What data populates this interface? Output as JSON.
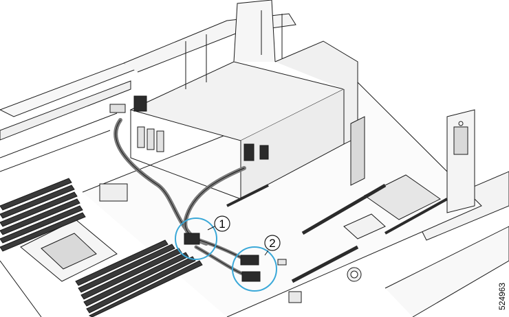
{
  "figure": {
    "id": "524963",
    "callouts": [
      {
        "number": "1"
      },
      {
        "number": "2"
      }
    ],
    "colors": {
      "line": "#1a1a1a",
      "cable": "#7a7a7a",
      "callout_ring": "#3aa8d8",
      "fill_light": "#f4f4f4",
      "fill_mid": "#d9d9d9",
      "fill_dark": "#2b2b2b"
    }
  }
}
